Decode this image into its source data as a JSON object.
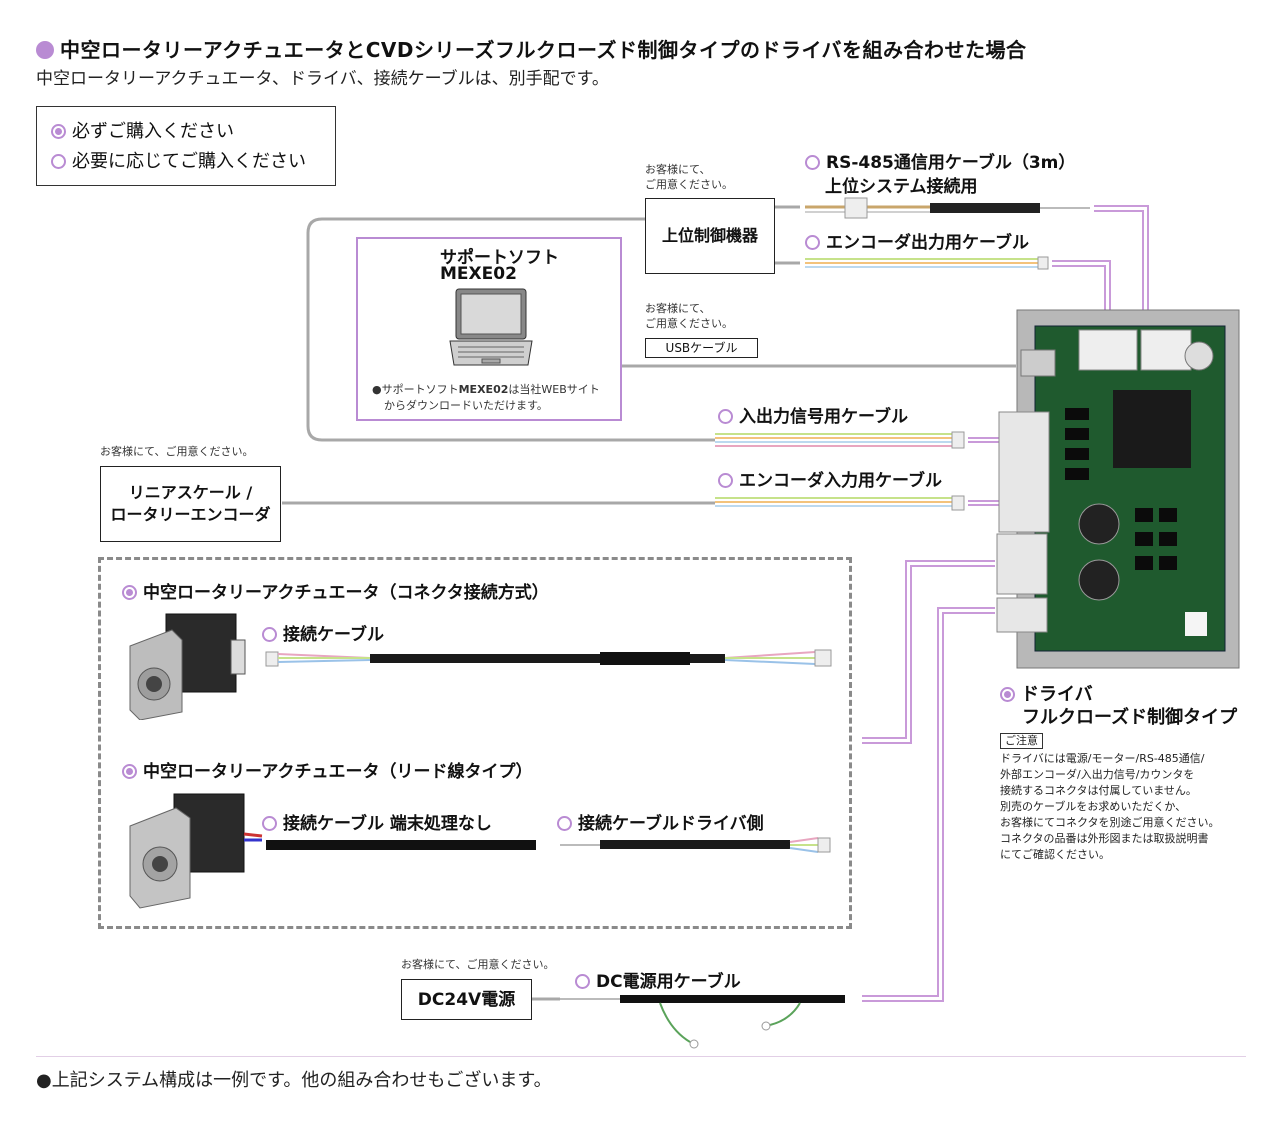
{
  "title": "中空ロータリーアクチュエータとCVDシリーズフルクローズド制御タイプのドライバを組み合わせた場合",
  "subtitle": "中空ロータリーアクチュエータ、ドライバ、接続ケーブルは、別手配です。",
  "legend": {
    "required": "必ずご購入ください",
    "optional": "必要に応じてご購入ください"
  },
  "customer_note_multiline": "お客様にて、\nご用意ください。",
  "customer_note_single": "お客様にて、ご用意ください。",
  "host_controller": "上位制御機器",
  "software": {
    "title": "サポートソフト",
    "name": "MEXE02",
    "note_prefix": "●サポートソフト",
    "note_bold": "MEXE02",
    "note_suffix": "は当社WEBサイト",
    "note_line2": "からダウンロードいただけます。"
  },
  "usb_cable": "USBケーブル",
  "cables": {
    "rs485_line1": "RS-485通信用ケーブル（3m）",
    "rs485_line2": "上位システム接続用",
    "encoder_output": "エンコーダ出力用ケーブル",
    "io_signal": "入出力信号用ケーブル",
    "encoder_input": "エンコーダ入力用ケーブル",
    "connection": "接続ケーブル",
    "connection_no_term": "接続ケーブル 端末処理なし",
    "connection_driver_side": "接続ケーブルドライバ側",
    "dc_power": "DC電源用ケーブル"
  },
  "linear_scale_line1": "リニアスケール /",
  "linear_scale_line2": "ロータリーエンコーダ",
  "actuator_connector": "中空ロータリーアクチュエータ（コネクタ接続方式）",
  "actuator_lead": "中空ロータリーアクチュエータ（リード線タイプ）",
  "power_supply": "DC24V電源",
  "driver_line1": "ドライバ",
  "driver_line2": "フルクローズド制御タイプ",
  "caution": {
    "tag": "ご注意",
    "lines": [
      "ドライバには電源/モーター/RS-485通信/",
      "外部エンコーダ/入出力信号/カウンタを",
      "接続するコネクタは付属していません。",
      "別売のケーブルをお求めいただくか、",
      "お客様にてコネクタを別途ご用意ください。",
      "コネクタの品番は外形図または取扱説明書",
      "にてご確認ください。"
    ]
  },
  "footer": "●上記システム構成は一例です。他の組み合わせもございます。",
  "colors": {
    "accent": "#b98bd3",
    "line_gray": "#a0a0a0",
    "board_green": "#1f5a2e"
  },
  "icons": [
    "laptop-icon",
    "driver-board-icon",
    "actuator-motor-icon",
    "cable-icon"
  ]
}
